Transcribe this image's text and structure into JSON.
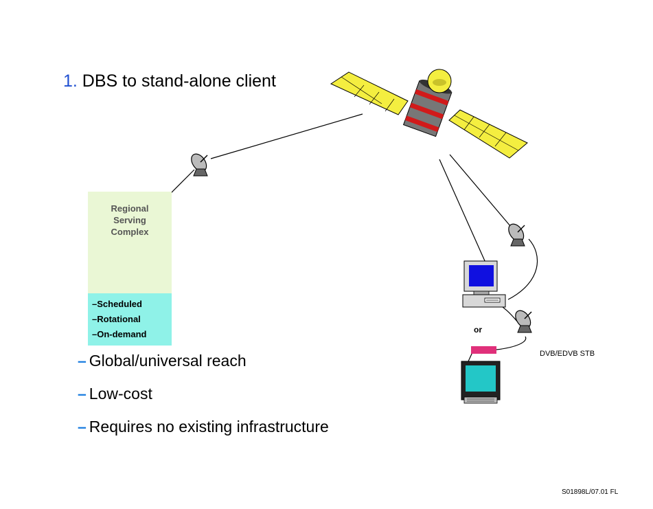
{
  "heading": {
    "number": "1.",
    "text": " DBS to stand-alone client"
  },
  "regional_complex": {
    "line1": "Regional",
    "line2": "Serving",
    "line3": "Complex"
  },
  "services": [
    {
      "dash": "–",
      "label": "Scheduled"
    },
    {
      "dash": "–",
      "label": "Rotational"
    },
    {
      "dash": "–",
      "label": "On-demand"
    }
  ],
  "bullets": [
    {
      "marker": "–",
      "text": "Global/universal reach"
    },
    {
      "marker": "–",
      "text": "Low-cost"
    },
    {
      "marker": "–",
      "text": "Requires no existing infrastructure"
    }
  ],
  "labels": {
    "or": "or",
    "stb": "DVB/EDVB STB"
  },
  "footer": {
    "code": "S01898L/07.01 FL"
  },
  "colors": {
    "heading_number": "#1f4fd1",
    "bullet_marker": "#1f7fe0",
    "complex_box": "#eaf7d5",
    "services_box": "#8ff2e8",
    "solar_panel": "#f4ee40",
    "satellite_band": "#d11a1a",
    "monitor_screen_pc": "#1010e0",
    "monitor_screen_tv": "#23c7c7",
    "stb_device": "#e0307a"
  }
}
